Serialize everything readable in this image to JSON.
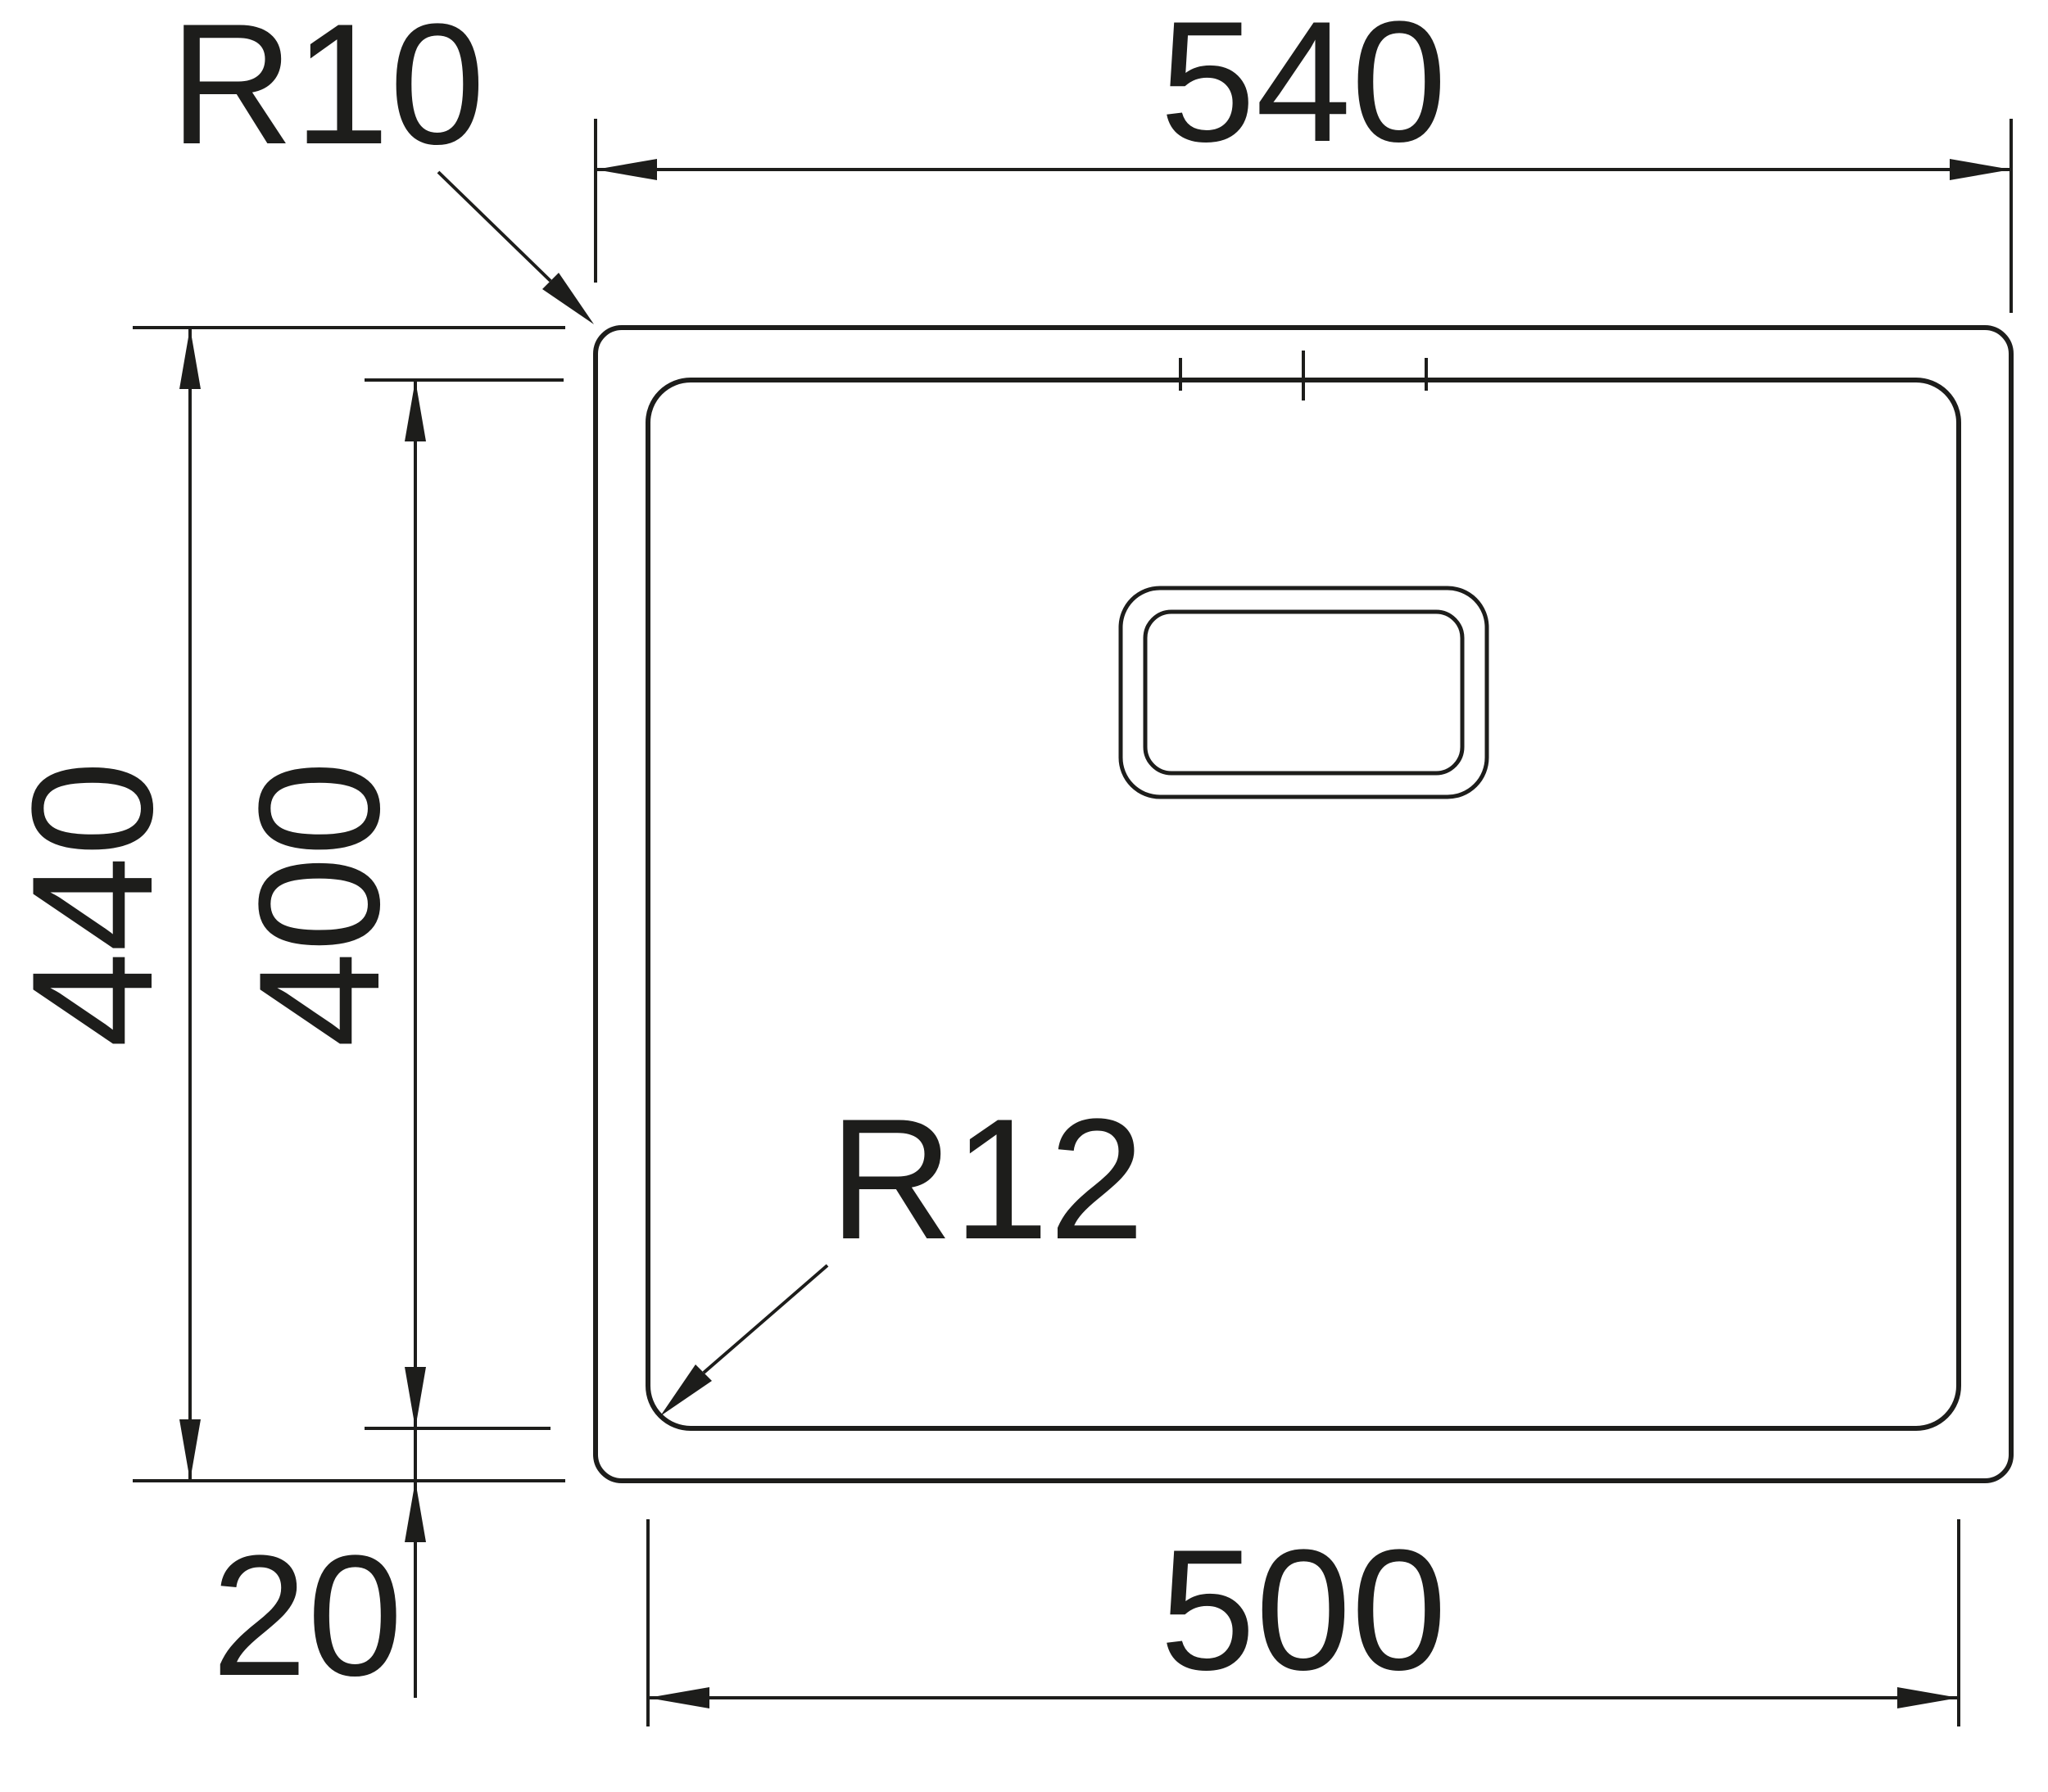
{
  "drawing": {
    "kind": "technical-dimension-drawing",
    "subject": "undermount-sink-top-view",
    "background_color": "#ffffff",
    "line_color": "#1d1d1b",
    "labels": {
      "outer_width": "540",
      "outer_height": "440",
      "inner_height": "400",
      "inner_width": "500",
      "rim_offset": "20",
      "outer_corner_radius": "R10",
      "inner_corner_radius": "R12"
    }
  }
}
